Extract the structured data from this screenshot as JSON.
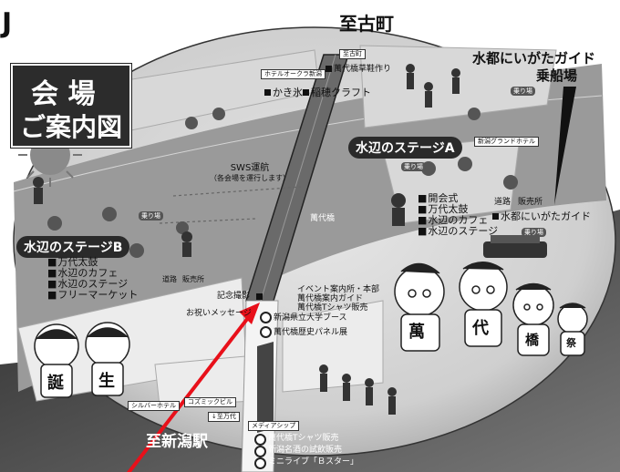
{
  "map": {
    "title_line1": "会 場",
    "title_line2": "ご案内図",
    "north": "至古町",
    "south": "至新潟駅",
    "bridge": "萬代橋",
    "ferry_line1": "水都にいがたガイド",
    "ferry_line2": "乗船場",
    "sws_line1": "SWS運航",
    "sws_line2": "（各会場を運行します）",
    "stage_a": {
      "title": "水辺のステージA",
      "items": [
        "開会式",
        "万代太鼓",
        "水辺のカフェ",
        "水辺のステージ"
      ]
    },
    "stage_b": {
      "title": "水辺のステージB",
      "items": [
        "万代太鼓",
        "水辺のカフェ",
        "水辺のステージ",
        "フリーマーケット"
      ]
    },
    "guide_label": "水都にいがたガイド",
    "buildings": {
      "hotel_okura": "ホテルオークラ新潟",
      "kakigori": "かき氷",
      "inagi_craft": "稲穂クラフト",
      "bandai_straw": "萬代橋草鞋作り",
      "grand_hotel": "新潟グランドホテル",
      "silver_hotel": "シルバーホテル",
      "cosmic_bldg": "コズミックビル",
      "media_ship": "メディアシップ"
    },
    "sales": "販売所",
    "sales2": "販売所",
    "road": "道路",
    "road2": "道路",
    "ride": "乗り場",
    "ride2": "乗り場",
    "ride3": "乗り場",
    "ride4": "乗り場",
    "to_bandai": "↓至万代",
    "to_furumachi": "至古町",
    "info": {
      "kinen": "記念撮影",
      "oiwai": "お祝いメッセージ",
      "event_center": "イベント案内所・本部",
      "guide": "萬代橋案内ガイド",
      "tshirt": "萬代橋Tシャツ販売",
      "univ": "新潟県立大学ブース",
      "history": "萬代橋歴史パネル展",
      "tshirt2": "萬代橋Tシャツ販売",
      "meisan": "新潟名酒の試飲販売",
      "mini": "ミニライブ「Ｂスター」"
    },
    "kids_chars": [
      "萬",
      "代",
      "橋",
      "祭"
    ],
    "birthday_chars": [
      "誕",
      "生"
    ],
    "left_bracket": "J"
  },
  "colors": {
    "arrow": "#e8101a",
    "dark": "#222222",
    "river": "#6a6a6a"
  }
}
